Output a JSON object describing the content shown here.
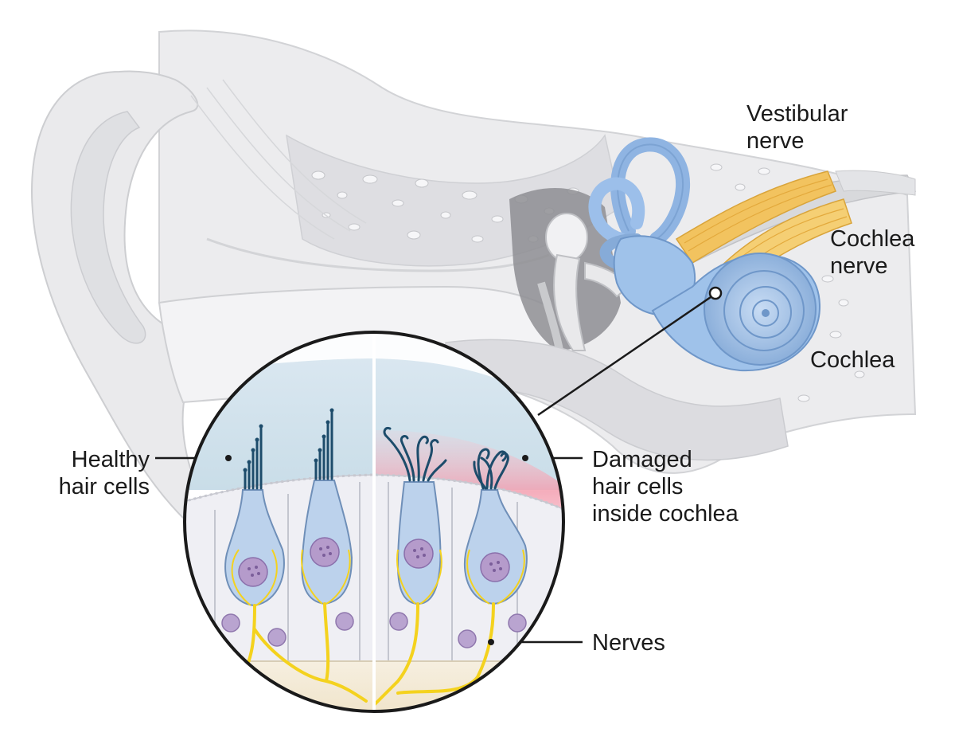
{
  "labels": {
    "vestibular_nerve": "Vestibular\nnerve",
    "cochlea_nerve": "Cochlea\nnerve",
    "cochlea": "Cochlea",
    "healthy_hair_cells": "Healthy\nhair cells",
    "damaged_hair_cells": "Damaged\nhair cells\ninside cochlea",
    "nerves": "Nerves"
  },
  "colors": {
    "ear_gray": "#e6e6e8",
    "ear_outline": "#c9cacd",
    "bone": "#d9d9dc",
    "inner_ear_blue": "#9fc2ea",
    "inner_ear_dark": "#6f97c9",
    "nerve_yellow": "#f3c461",
    "cell_blue": "#bcd2ec",
    "hair_cell_nucleus": "#b59bcb",
    "nerve_fiber": "#f4d21e",
    "damage_pink": "#f4a6b4",
    "outline": "#1a1a1a"
  }
}
